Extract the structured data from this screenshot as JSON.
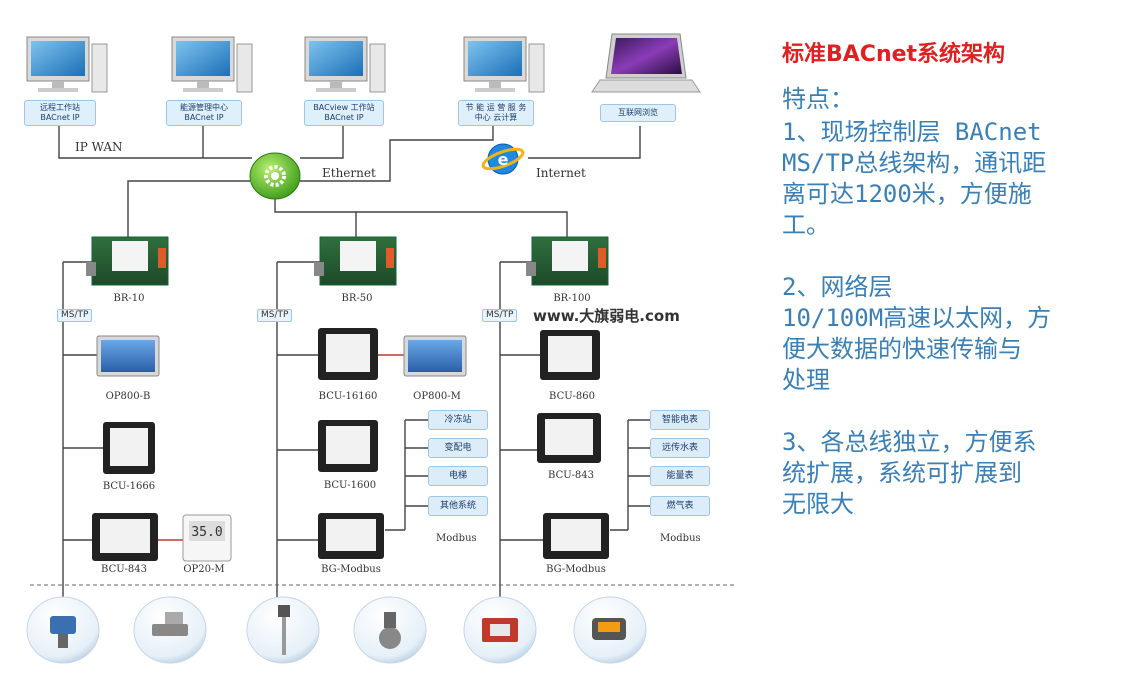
{
  "title": "标准BACnet系统架构",
  "features_heading": "特点：",
  "features": [
    [
      "1、现场控制层 BACnet",
      "MS/TP总线架构，通讯距",
      "离可达1200米，方便施",
      "工。"
    ],
    [
      "2、网络层",
      "10/100M高速以太网，方",
      "便大数据的快速传输与",
      "处理"
    ],
    [
      "3、各总线独立，方便系",
      "统扩展，系统可扩展到",
      "无限大"
    ]
  ],
  "workstations": [
    {
      "line1": "远程工作站",
      "line2": "BACnet IP",
      "icon": "desktop-computer-icon"
    },
    {
      "line1": "能源管理中心",
      "line2": "BACnet IP",
      "icon": "desktop-computer-icon"
    },
    {
      "line1": "BACview 工作站",
      "line2": "BACnet IP",
      "icon": "desktop-computer-icon"
    },
    {
      "line1": "节 能 运 营 服 务",
      "line2": "中心 云计算",
      "icon": "desktop-computer-icon"
    },
    {
      "line1": "互联网浏览",
      "line2": "",
      "icon": "laptop-icon"
    }
  ],
  "network": {
    "ip_wan": "IP WAN",
    "ethernet": "Ethernet",
    "internet": "Internet",
    "watermark": "www.大旗弱电.com"
  },
  "routers": [
    "BR-10",
    "BR-50",
    "BR-100"
  ],
  "bus_tag": "MS/TP",
  "col1": {
    "devices": [
      "OP800-B",
      "BCU-1666",
      "BCU-843",
      "OP20-M"
    ]
  },
  "col2": {
    "devices": [
      "BCU-16160",
      "OP800-M",
      "BCU-1600",
      "BG-Modbus"
    ],
    "subsystems": [
      "冷冻站",
      "变配电",
      "电梯",
      "其他系统"
    ],
    "modbus": "Modbus"
  },
  "col3": {
    "devices": [
      "BCU-860",
      "BCU-843",
      "BG-Modbus"
    ],
    "meters": [
      "智能电表",
      "远传水表",
      "能量表",
      "燃气表"
    ],
    "modbus": "Modbus"
  },
  "field_devices": [
    "valve-actuator-icon",
    "damper-actuator-icon",
    "temperature-sensor-icon",
    "butterfly-valve-icon",
    "fire-damper-icon",
    "rotary-actuator-icon"
  ],
  "colors": {
    "title": "#e02020",
    "text": "#3a7fb6",
    "line": "#444444"
  }
}
